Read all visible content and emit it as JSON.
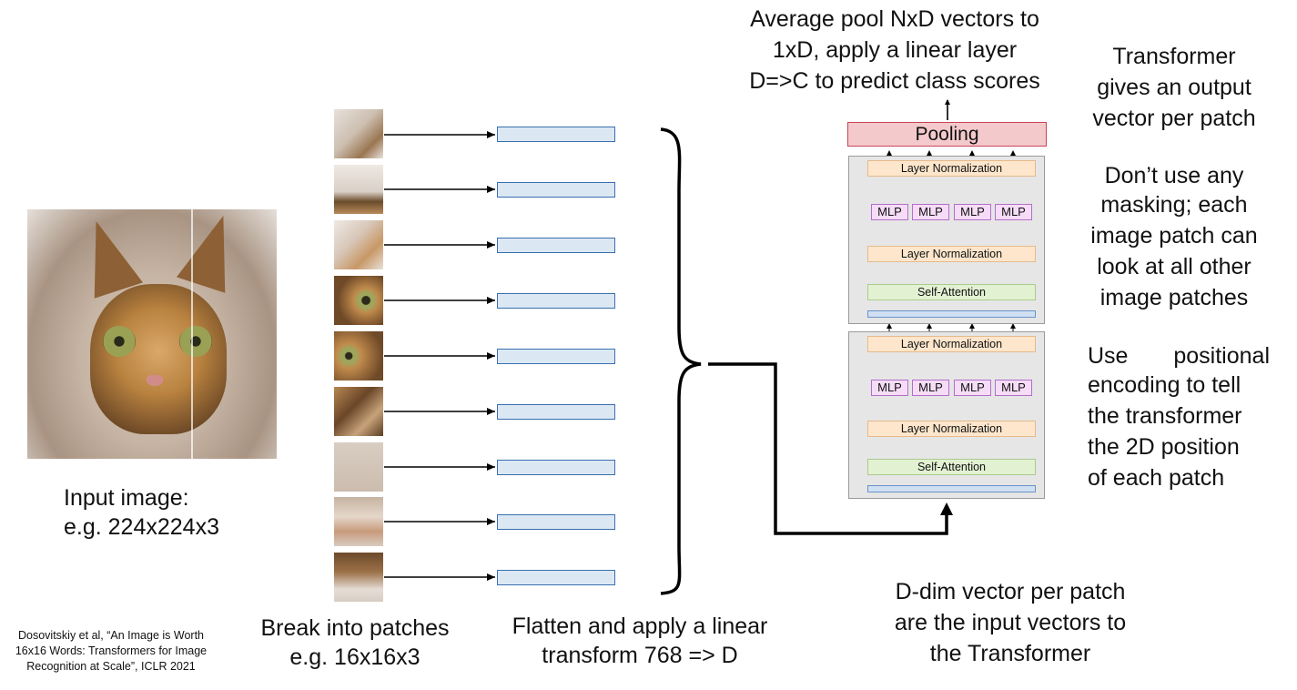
{
  "image": {
    "input_label_line1": "Input image:",
    "input_label_line2": "e.g. 224x224x3"
  },
  "patches": {
    "label_line1": "Break into patches",
    "label_line2": "e.g. 16x16x3",
    "count": 9
  },
  "linear": {
    "label_line1": "Flatten and apply a linear",
    "label_line2": "transform 768 => D"
  },
  "transformer": {
    "layer_norm": "Layer Normalization",
    "self_attention": "Self-Attention",
    "mlp": "MLP",
    "pooling": "Pooling"
  },
  "annotations": {
    "top_line1": "Average pool NxD vectors to",
    "top_line2": "1xD, apply a linear layer",
    "top_line3": "D=>C to predict class scores",
    "right1_line1": "Transformer",
    "right1_line2": "gives an output",
    "right1_line3": "vector per patch",
    "right2_line1": "Don’t use any",
    "right2_line2": "masking; each",
    "right2_line3": "image patch can",
    "right2_line4": "look at all other",
    "right2_line5": "image patches",
    "right3_line1": "Use positional",
    "right3_line2": "encoding to tell",
    "right3_line3": "the transformer",
    "right3_line4": "the 2D position",
    "right3_line5": "of each patch",
    "bottom_line1": "D-dim vector per patch",
    "bottom_line2": "are the input vectors to",
    "bottom_line3": "the Transformer"
  },
  "citation": {
    "line1": "Dosovitskiy et al, “An Image is Worth",
    "line2": "16x16 Words: Transformers for Image",
    "line3": "Recognition at Scale”, ICLR 2021"
  }
}
